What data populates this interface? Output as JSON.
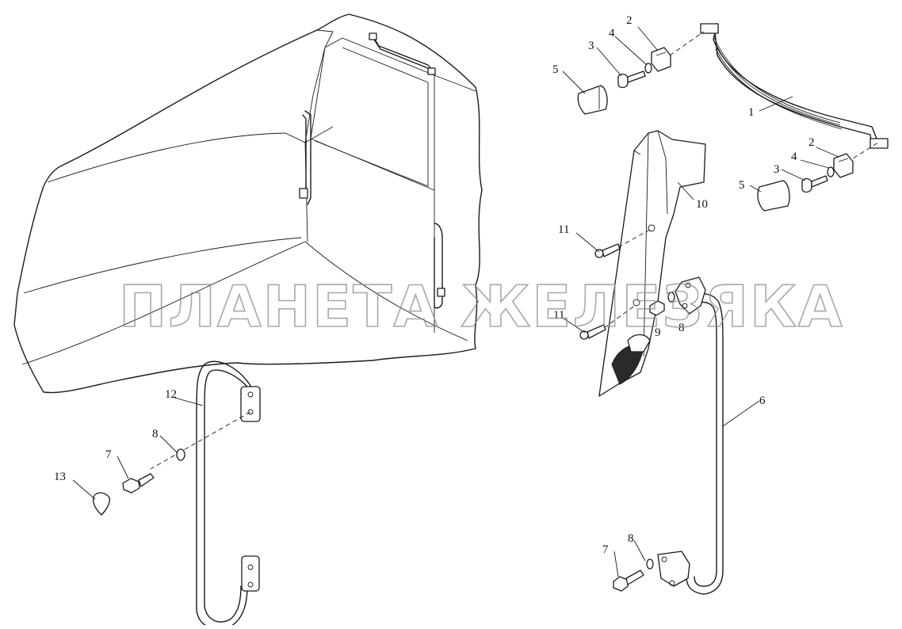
{
  "watermark": "ПЛАНЕТА ЖЕЛЕЗЯКА",
  "callouts": {
    "c1": "1",
    "c2a": "2",
    "c2b": "2",
    "c3a": "3",
    "c3b": "3",
    "c4a": "4",
    "c4b": "4",
    "c5a": "5",
    "c5b": "5",
    "c6": "6",
    "c7a": "7",
    "c7b": "7",
    "c8a": "8",
    "c8b": "8",
    "c8c": "8",
    "c9": "9",
    "c10": "10",
    "c11a": "11",
    "c11b": "11",
    "c12": "12",
    "c13": "13"
  }
}
